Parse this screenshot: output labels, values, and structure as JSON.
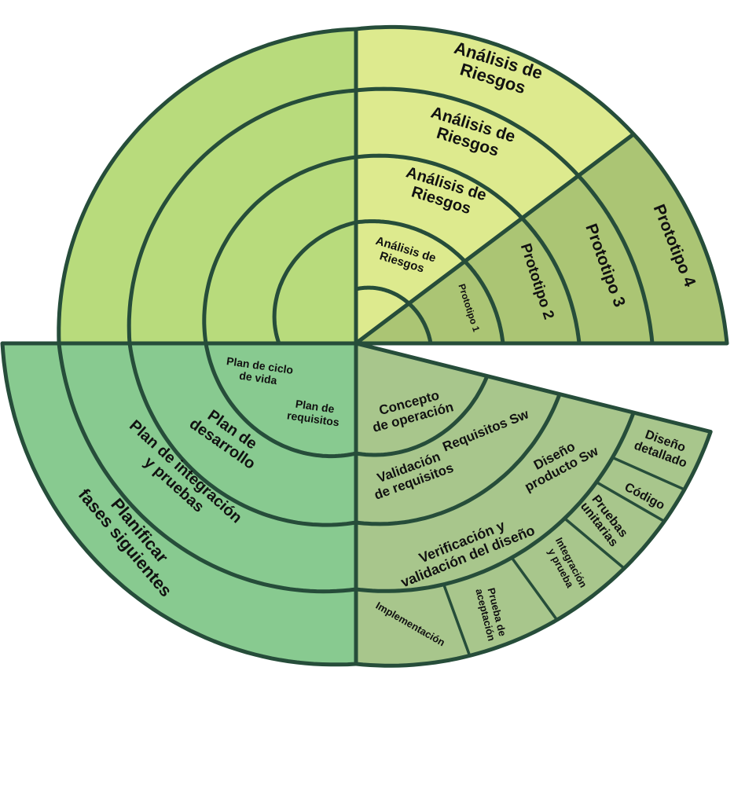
{
  "colors": {
    "stroke": "#264d3a",
    "upper_left": "#b8db7c",
    "risk_analysis": "#ddea8e",
    "prototypes": "#abc574",
    "engineering": "#a8c68c",
    "planning": "#88ca90"
  },
  "risk_analysis": {
    "labels": [
      {
        "l1": "Análisis de",
        "l2": "Riesgos"
      },
      {
        "l1": "Análisis de",
        "l2": "Riesgos"
      },
      {
        "l1": "Análisis de",
        "l2": "Riesgos"
      },
      {
        "l1": "Análisis de",
        "l2": "Riesgos"
      }
    ]
  },
  "prototypes": [
    "Prototipo 1",
    "Prototipo 2",
    "Prototipo 3",
    "Prototipo 4"
  ],
  "planning": {
    "life_cycle": {
      "l1": "Plan de ciclo",
      "l2": "de vida"
    },
    "requirements": {
      "l1": "Plan de",
      "l2": "requisitos"
    },
    "development": {
      "l1": "Plan de",
      "l2": "desarrollo"
    },
    "integration": {
      "l1": "Plan de integración",
      "l2": "y pruebas"
    },
    "next_phases": {
      "l1": "Planificar",
      "l2": "fases siguientes"
    }
  },
  "engineering": {
    "concept": {
      "l1": "Concepto",
      "l2": "de operación"
    },
    "sw_requirements": "Requisitos Sw",
    "req_validation": {
      "l1": "Validación",
      "l2": "de requisitos"
    },
    "product_design": {
      "l1": "Diseño",
      "l2": "producto Sw"
    },
    "design_verification": {
      "l1": "Verificación y",
      "l2": "validación del diseño"
    },
    "detailed_design": {
      "l1": "Diseño",
      "l2": "detallado"
    },
    "code": "Código",
    "unit_tests": {
      "l1": "Pruebas",
      "l2": "unitarias"
    },
    "integration_test": {
      "l1": "Integración",
      "l2": "y prueba"
    },
    "acceptance_test": {
      "l1": "Prueba de",
      "l2": "aceptación"
    },
    "implementation": "Implementación"
  }
}
